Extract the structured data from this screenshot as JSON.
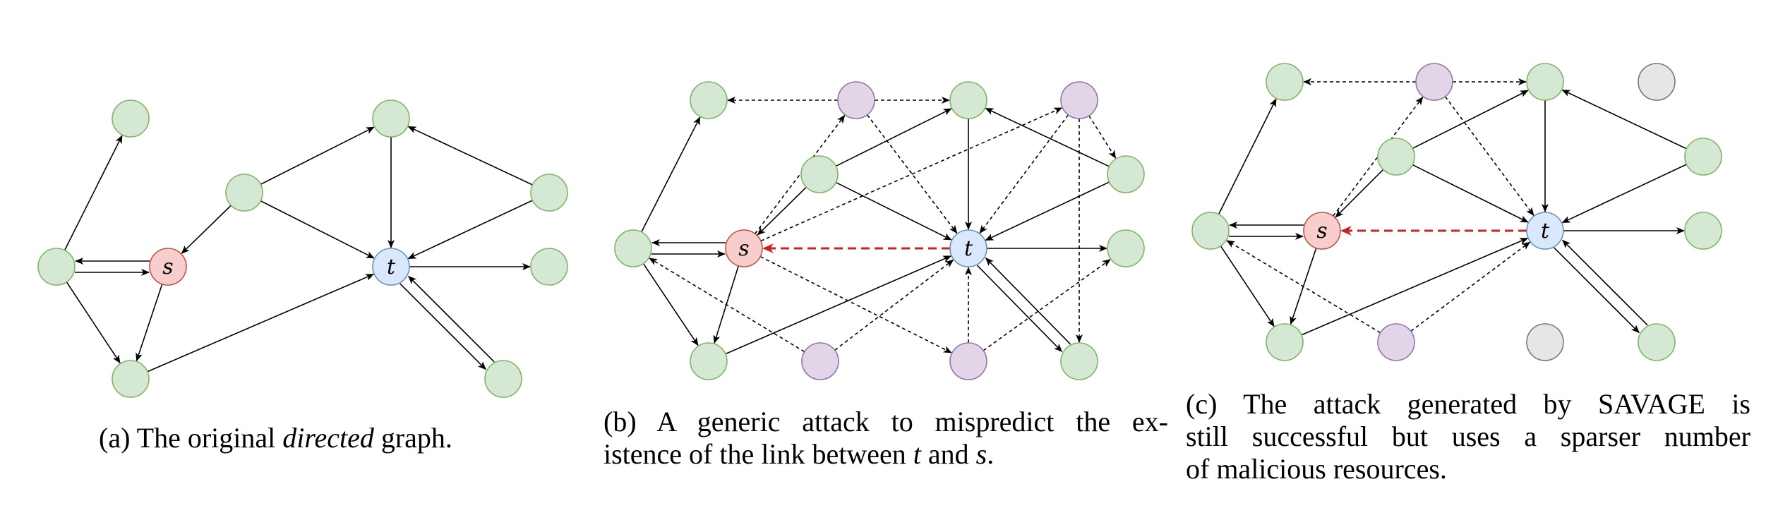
{
  "figure": {
    "colors": {
      "benign_fill": "#d5e8d4",
      "benign_stroke": "#82b366",
      "source_fill": "#f8cecc",
      "source_stroke": "#b85450",
      "target_fill": "#dae8fc",
      "target_stroke": "#6c8ebf",
      "malicious_fill": "#e1d5e7",
      "malicious_stroke": "#9673a6",
      "removed_fill": "#e6e6e6",
      "removed_stroke": "#777777",
      "edge": "#000000",
      "attack_edge": "#cc2222"
    },
    "panels": [
      {
        "id": "a",
        "caption": {
          "parts": [
            {
              "text": "(a) The original ",
              "italic": false
            },
            {
              "text": "directed",
              "italic": true
            },
            {
              "text": " graph.",
              "italic": false
            }
          ]
        },
        "nodes": [
          {
            "id": "n_top_left",
            "type": "benign",
            "label": ""
          },
          {
            "id": "n_left",
            "type": "benign",
            "label": ""
          },
          {
            "id": "s",
            "type": "source",
            "label": "s"
          },
          {
            "id": "n_bottom_left",
            "type": "benign",
            "label": ""
          },
          {
            "id": "n_mid",
            "type": "benign",
            "label": ""
          },
          {
            "id": "n_top",
            "type": "benign",
            "label": ""
          },
          {
            "id": "t",
            "type": "target",
            "label": "t"
          },
          {
            "id": "n_right_top",
            "type": "benign",
            "label": ""
          },
          {
            "id": "n_right_mid",
            "type": "benign",
            "label": ""
          },
          {
            "id": "n_bottom_right",
            "type": "benign",
            "label": ""
          }
        ],
        "edges": [
          {
            "from": "n_left",
            "to": "n_top_left",
            "style": "solid"
          },
          {
            "from": "n_left",
            "to": "s",
            "style": "solid"
          },
          {
            "from": "s",
            "to": "n_left",
            "style": "solid"
          },
          {
            "from": "n_left",
            "to": "n_bottom_left",
            "style": "solid"
          },
          {
            "from": "s",
            "to": "n_bottom_left",
            "style": "solid"
          },
          {
            "from": "n_mid",
            "to": "s",
            "style": "solid"
          },
          {
            "from": "n_mid",
            "to": "n_top",
            "style": "solid"
          },
          {
            "from": "n_mid",
            "to": "t",
            "style": "solid"
          },
          {
            "from": "n_top",
            "to": "t",
            "style": "solid"
          },
          {
            "from": "n_right_top",
            "to": "n_top",
            "style": "solid"
          },
          {
            "from": "n_right_top",
            "to": "t",
            "style": "solid"
          },
          {
            "from": "t",
            "to": "n_right_mid",
            "style": "solid"
          },
          {
            "from": "t",
            "to": "n_bottom_right",
            "style": "solid"
          },
          {
            "from": "n_bottom_right",
            "to": "t",
            "style": "solid"
          },
          {
            "from": "n_bottom_left",
            "to": "t",
            "style": "solid"
          }
        ]
      },
      {
        "id": "b",
        "caption": {
          "lines": [
            [
              {
                "text": "(b) A generic attack to mispredict the ex-",
                "italic": false
              }
            ],
            [
              {
                "text": "istence of the link between ",
                "italic": false
              },
              {
                "text": "t",
                "italic": true
              },
              {
                "text": " and ",
                "italic": false
              },
              {
                "text": "s",
                "italic": true
              },
              {
                "text": ".",
                "italic": false
              }
            ]
          ]
        },
        "nodes": [
          {
            "id": "n_left",
            "type": "benign",
            "label": ""
          },
          {
            "id": "s",
            "type": "source",
            "label": "s"
          },
          {
            "id": "n_top_left",
            "type": "benign",
            "label": ""
          },
          {
            "id": "m_top",
            "type": "malicious",
            "label": ""
          },
          {
            "id": "n_top",
            "type": "benign",
            "label": ""
          },
          {
            "id": "m_top_right",
            "type": "malicious",
            "label": ""
          },
          {
            "id": "n_mid",
            "type": "benign",
            "label": ""
          },
          {
            "id": "n_right_top",
            "type": "benign",
            "label": ""
          },
          {
            "id": "t",
            "type": "target",
            "label": "t"
          },
          {
            "id": "n_right_mid",
            "type": "benign",
            "label": ""
          },
          {
            "id": "n_bottom_left",
            "type": "benign",
            "label": ""
          },
          {
            "id": "m_bottom_1",
            "type": "malicious",
            "label": ""
          },
          {
            "id": "m_bottom_2",
            "type": "malicious",
            "label": ""
          },
          {
            "id": "n_bottom_right",
            "type": "benign",
            "label": ""
          }
        ],
        "edges": [
          {
            "from": "n_left",
            "to": "n_top_left",
            "style": "solid"
          },
          {
            "from": "n_left",
            "to": "s",
            "style": "solid"
          },
          {
            "from": "s",
            "to": "n_left",
            "style": "solid"
          },
          {
            "from": "n_left",
            "to": "n_bottom_left",
            "style": "solid"
          },
          {
            "from": "s",
            "to": "n_bottom_left",
            "style": "solid"
          },
          {
            "from": "n_mid",
            "to": "s",
            "style": "solid"
          },
          {
            "from": "n_mid",
            "to": "n_top",
            "style": "solid"
          },
          {
            "from": "n_mid",
            "to": "t",
            "style": "solid"
          },
          {
            "from": "n_top",
            "to": "t",
            "style": "solid"
          },
          {
            "from": "n_right_top",
            "to": "n_top",
            "style": "solid"
          },
          {
            "from": "n_right_top",
            "to": "t",
            "style": "solid"
          },
          {
            "from": "t",
            "to": "n_right_mid",
            "style": "solid"
          },
          {
            "from": "t",
            "to": "n_bottom_right",
            "style": "solid"
          },
          {
            "from": "n_bottom_right",
            "to": "t",
            "style": "solid"
          },
          {
            "from": "n_bottom_left",
            "to": "t",
            "style": "solid"
          },
          {
            "from": "s",
            "to": "m_top",
            "style": "dashed"
          },
          {
            "from": "m_top",
            "to": "n_top_left",
            "style": "dashed"
          },
          {
            "from": "m_top",
            "to": "n_top",
            "style": "dashed"
          },
          {
            "from": "m_top",
            "to": "t",
            "style": "dashed"
          },
          {
            "from": "s",
            "to": "m_top_right",
            "style": "dashed"
          },
          {
            "from": "m_top_right",
            "to": "t",
            "style": "dashed"
          },
          {
            "from": "m_top_right",
            "to": "n_right_top",
            "style": "dashed"
          },
          {
            "from": "m_top_right",
            "to": "n_bottom_right",
            "style": "dashed"
          },
          {
            "from": "m_bottom_1",
            "to": "n_left",
            "style": "dashed"
          },
          {
            "from": "m_bottom_1",
            "to": "t",
            "style": "dashed"
          },
          {
            "from": "s",
            "to": "m_bottom_2",
            "style": "dashed"
          },
          {
            "from": "m_bottom_2",
            "to": "t",
            "style": "dashed"
          },
          {
            "from": "m_bottom_2",
            "to": "n_right_mid",
            "style": "dashed"
          },
          {
            "from": "t",
            "to": "s",
            "style": "attack"
          }
        ]
      },
      {
        "id": "c",
        "caption": {
          "lines": [
            "(c) The attack generated by SAVAGE is",
            "still successful but uses a sparser number",
            "of malicious resources."
          ]
        },
        "nodes": [
          {
            "id": "n_left",
            "type": "benign",
            "label": ""
          },
          {
            "id": "s",
            "type": "source",
            "label": "s"
          },
          {
            "id": "n_top_left",
            "type": "benign",
            "label": ""
          },
          {
            "id": "m_top",
            "type": "malicious",
            "label": ""
          },
          {
            "id": "n_top",
            "type": "benign",
            "label": ""
          },
          {
            "id": "x_top_right",
            "type": "removed",
            "label": ""
          },
          {
            "id": "n_mid",
            "type": "benign",
            "label": ""
          },
          {
            "id": "n_right_top",
            "type": "benign",
            "label": ""
          },
          {
            "id": "t",
            "type": "target",
            "label": "t"
          },
          {
            "id": "n_right_mid",
            "type": "benign",
            "label": ""
          },
          {
            "id": "n_bottom_left",
            "type": "benign",
            "label": ""
          },
          {
            "id": "m_bottom_1",
            "type": "malicious",
            "label": ""
          },
          {
            "id": "x_bottom",
            "type": "removed",
            "label": ""
          },
          {
            "id": "n_bottom_right",
            "type": "benign",
            "label": ""
          }
        ],
        "edges": [
          {
            "from": "n_left",
            "to": "n_top_left",
            "style": "solid"
          },
          {
            "from": "n_left",
            "to": "s",
            "style": "solid"
          },
          {
            "from": "s",
            "to": "n_left",
            "style": "solid"
          },
          {
            "from": "n_left",
            "to": "n_bottom_left",
            "style": "solid"
          },
          {
            "from": "s",
            "to": "n_bottom_left",
            "style": "solid"
          },
          {
            "from": "n_mid",
            "to": "s",
            "style": "solid"
          },
          {
            "from": "n_mid",
            "to": "n_top",
            "style": "solid"
          },
          {
            "from": "n_mid",
            "to": "t",
            "style": "solid"
          },
          {
            "from": "n_top",
            "to": "t",
            "style": "solid"
          },
          {
            "from": "n_right_top",
            "to": "n_top",
            "style": "solid"
          },
          {
            "from": "n_right_top",
            "to": "t",
            "style": "solid"
          },
          {
            "from": "t",
            "to": "n_right_mid",
            "style": "solid"
          },
          {
            "from": "t",
            "to": "n_bottom_right",
            "style": "solid"
          },
          {
            "from": "n_bottom_right",
            "to": "t",
            "style": "solid"
          },
          {
            "from": "n_bottom_left",
            "to": "t",
            "style": "solid"
          },
          {
            "from": "s",
            "to": "m_top",
            "style": "dashed"
          },
          {
            "from": "m_top",
            "to": "n_top_left",
            "style": "dashed"
          },
          {
            "from": "m_top",
            "to": "n_top",
            "style": "dashed"
          },
          {
            "from": "m_top",
            "to": "t",
            "style": "dashed"
          },
          {
            "from": "m_bottom_1",
            "to": "n_left",
            "style": "dashed"
          },
          {
            "from": "m_bottom_1",
            "to": "t",
            "style": "dashed"
          },
          {
            "from": "t",
            "to": "s",
            "style": "attack"
          }
        ]
      }
    ]
  }
}
